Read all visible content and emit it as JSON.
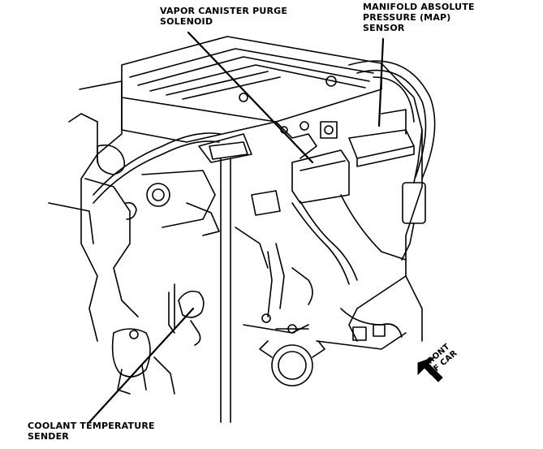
{
  "labels": {
    "vapor_canister": {
      "line1": "VAPOR CANISTER PURGE",
      "line2": "SOLENOID"
    },
    "map_sensor": {
      "line1": "MANIFOLD ABSOLUTE",
      "line2": "PRESSURE (MAP)",
      "line3": "SENSOR"
    },
    "coolant_sender": {
      "line1": "COOLANT TEMPERATURE",
      "line2": "SENDER"
    },
    "front_of_car": {
      "line1": "FRONT",
      "line2": "OF CAR"
    }
  },
  "colors": {
    "ink": "#000000",
    "paper": "#ffffff"
  },
  "icons": {
    "front_arrow": "arrow-up-left-icon"
  }
}
